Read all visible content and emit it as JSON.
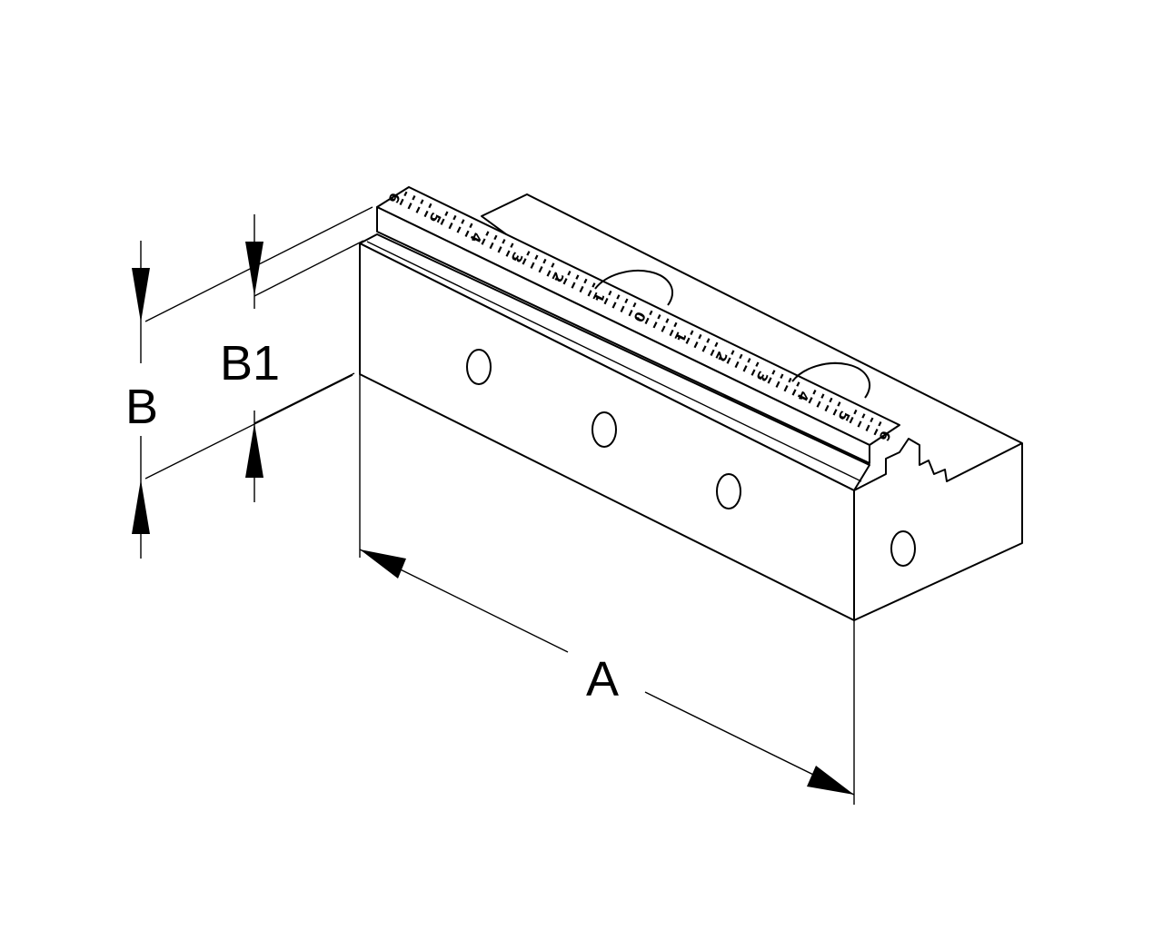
{
  "dimensions": {
    "A": "A",
    "B": "B",
    "B1": "B1"
  },
  "ruler": {
    "labels": [
      "6",
      "5",
      "4",
      "3",
      "2",
      "1",
      "0",
      "1",
      "2",
      "3",
      "4",
      "5",
      "6"
    ]
  }
}
